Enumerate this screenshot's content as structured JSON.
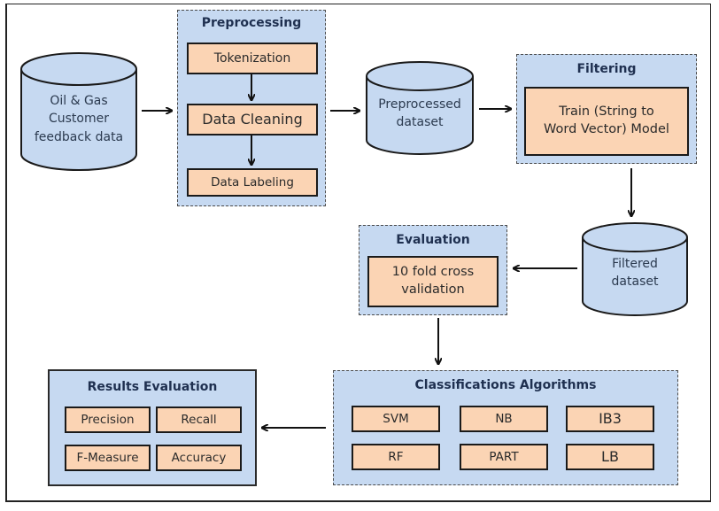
{
  "nodes": {
    "source_db": {
      "line1": "Oil & Gas",
      "line2": "Customer",
      "line3": "feedback data"
    },
    "preprocessing": {
      "title": "Preprocessing",
      "steps": [
        "Tokenization",
        "Data Cleaning",
        "Data Labeling"
      ]
    },
    "preprocessed_db": {
      "line1": "Preprocessed",
      "line2": "dataset"
    },
    "filtering": {
      "title": "Filtering",
      "step_line1": "Train (String to",
      "step_line2": "Word Vector) Model"
    },
    "filtered_db": {
      "line1": "Filtered",
      "line2": "dataset"
    },
    "evaluation": {
      "title": "Evaluation",
      "step_line1": "10 fold cross",
      "step_line2": "validation"
    },
    "classification": {
      "title": "Classifications Algorithms",
      "algorithms": [
        "SVM",
        "NB",
        "IB3",
        "RF",
        "PART",
        "LB"
      ]
    },
    "results": {
      "title": "Results Evaluation",
      "metrics": [
        "Precision",
        "Recall",
        "F-Measure",
        "Accuracy"
      ]
    }
  },
  "edges": [
    {
      "from": "source_db",
      "to": "preprocessing"
    },
    {
      "from": "Tokenization",
      "to": "Data Cleaning"
    },
    {
      "from": "Data Cleaning",
      "to": "Data Labeling"
    },
    {
      "from": "preprocessing",
      "to": "preprocessed_db"
    },
    {
      "from": "preprocessed_db",
      "to": "filtering"
    },
    {
      "from": "filtering",
      "to": "filtered_db"
    },
    {
      "from": "filtered_db",
      "to": "evaluation"
    },
    {
      "from": "evaluation",
      "to": "classification"
    },
    {
      "from": "classification",
      "to": "results"
    }
  ],
  "colors": {
    "group_fill": "#c6d9f1",
    "box_fill": "#fbd4b4",
    "cylinder_fill": "#c6d9f1",
    "stroke": "#1a1a1a"
  }
}
